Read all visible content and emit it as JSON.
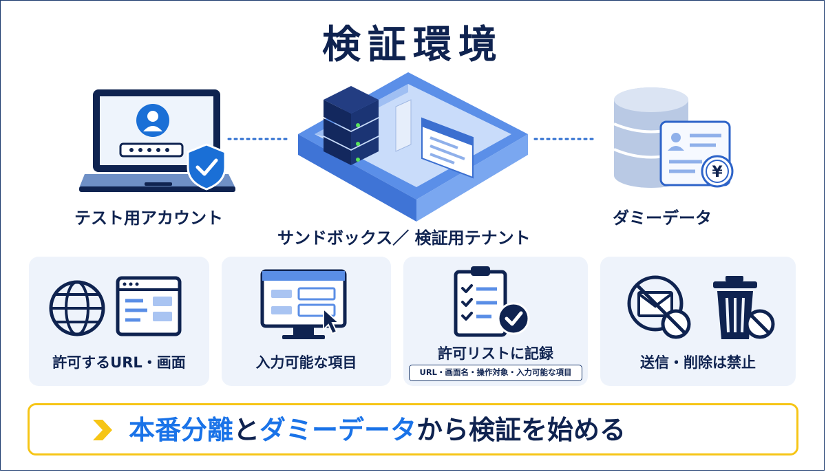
{
  "title": "検証環境",
  "nodes": {
    "test_account": "テスト用アカウント",
    "sandbox": "サンドボックス／ 検証用テナント",
    "dummy_data": "ダミーデータ"
  },
  "cards": [
    {
      "label": "許可するURL・画面"
    },
    {
      "label": "入力可能な項目"
    },
    {
      "label": "許可リストに記録",
      "sub": "URL・画面名・操作対象・入力可能な項目"
    },
    {
      "label": "送信・削除は禁止"
    }
  ],
  "banner": {
    "part1": "本番分離",
    "part2": "と",
    "part3": "ダミーデータ",
    "part4": "から検証を始める"
  },
  "colors": {
    "navy": "#0f2350",
    "accent_blue": "#1a73e8",
    "banner_border": "#f6c516",
    "card_bg": "#eef3fb"
  },
  "icons": [
    "laptop-icon",
    "user-icon",
    "password-field-icon",
    "shield-check-icon",
    "server-icon",
    "database-icon",
    "id-card-icon",
    "yen-coin-icon",
    "globe-icon",
    "browser-window-icon",
    "monitor-icon",
    "cursor-icon",
    "clipboard-checklist-icon",
    "check-circle-icon",
    "no-mail-icon",
    "trash-icon",
    "prohibited-icon",
    "chevron-right-icon"
  ]
}
